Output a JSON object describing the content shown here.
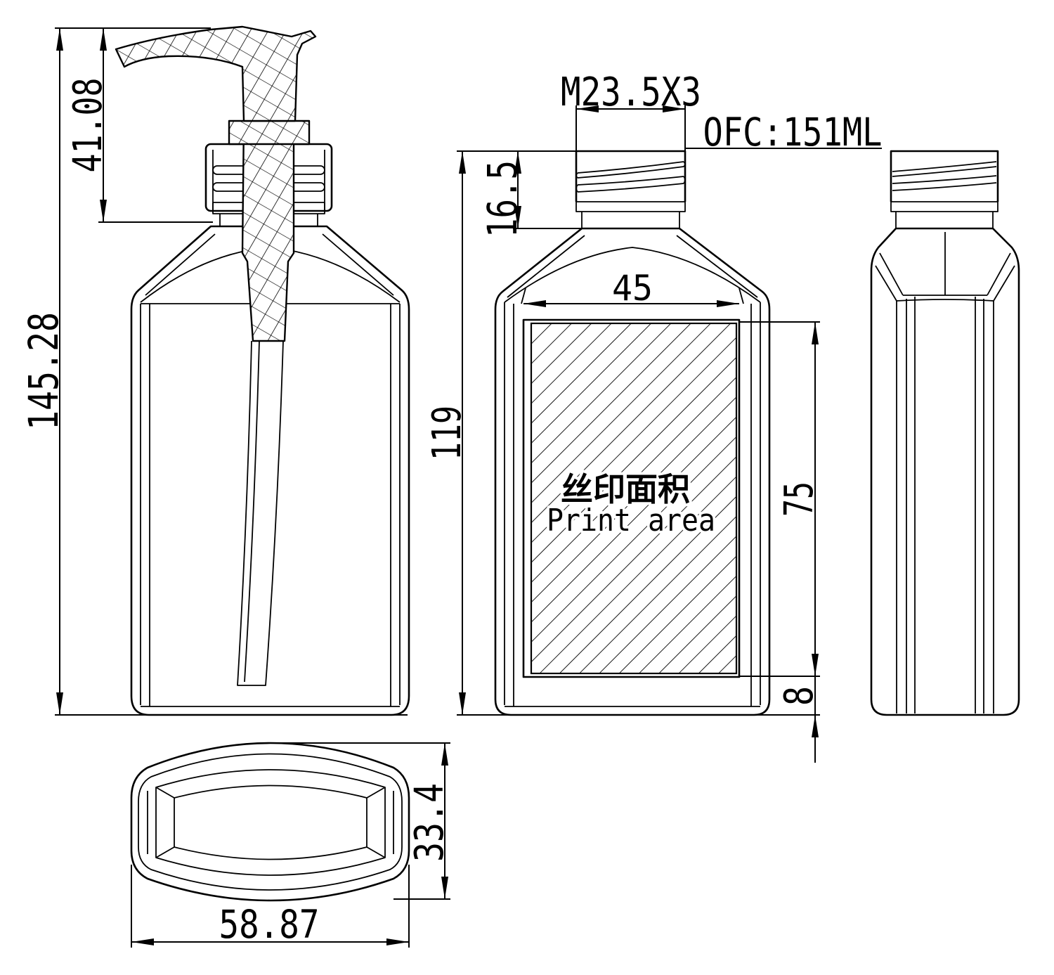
{
  "front_view": {
    "overall_height": "145.28",
    "pump_height": "41.08"
  },
  "bottle_view": {
    "thread_spec": "M23.5X3",
    "capacity": "OFC:151ML",
    "neck_height": "16.5",
    "bottle_height": "119",
    "print_width": "45",
    "print_height": "75",
    "print_bottom_offset": "8",
    "print_area_label_cn": "丝印面积",
    "print_area_label_en": "Print area"
  },
  "bottom_view": {
    "depth": "33.4",
    "width": "58.87"
  }
}
